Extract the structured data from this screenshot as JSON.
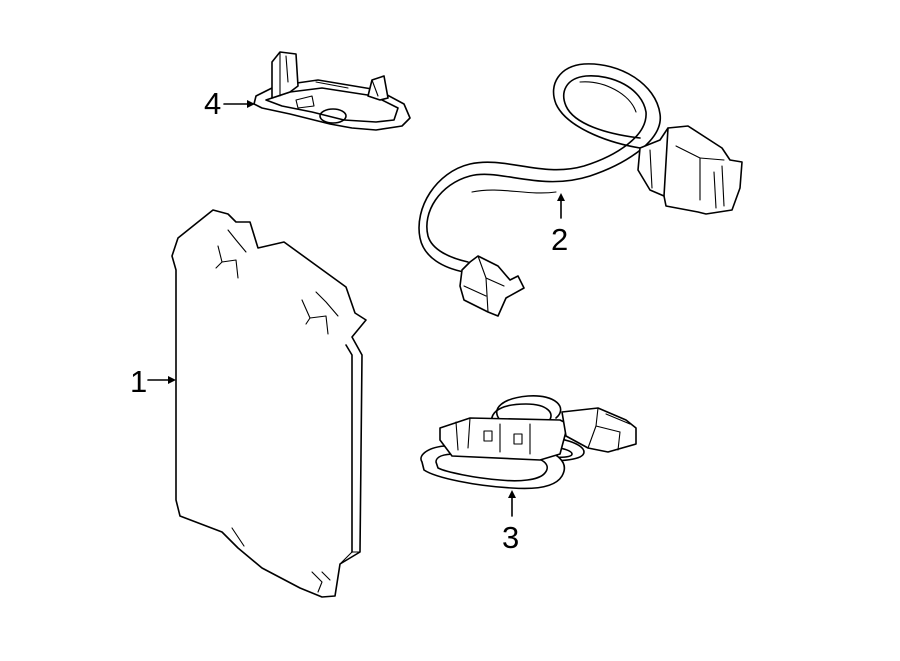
{
  "callouts": {
    "part1": "1",
    "part2": "2",
    "part3": "3",
    "part4": "4"
  },
  "colors": {
    "line": "#000000",
    "background": "#ffffff"
  }
}
